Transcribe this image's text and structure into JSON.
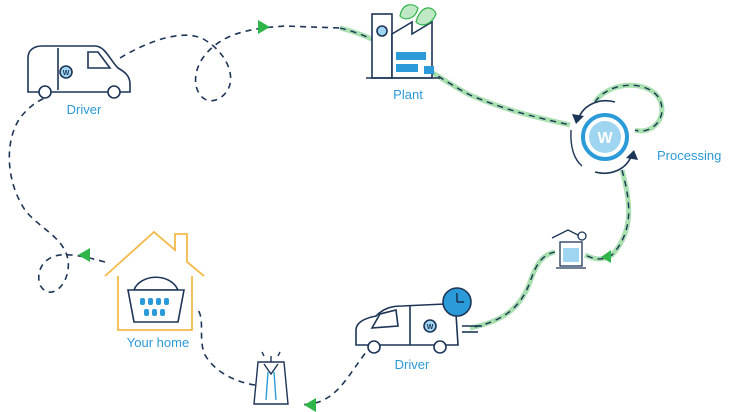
{
  "labels": {
    "driver_top": "Driver",
    "plant": "Plant",
    "processing": "Processing",
    "driver_bottom": "Driver",
    "home": "Your home"
  },
  "icons": {
    "brand_badge": "W",
    "nodes": [
      "van-icon",
      "factory-icon",
      "leaf-icon",
      "processing-cycle-icon",
      "laundry-care-icon",
      "delivery-van-icon",
      "clock-icon",
      "garment-bag-icon",
      "house-icon",
      "laundry-basket-icon"
    ],
    "arrows": [
      "arrow-right-top",
      "arrow-down-right",
      "arrow-left-bottom",
      "arrow-left-home"
    ]
  },
  "colors": {
    "navy": "#1d3557",
    "blue": "#2b9ad9",
    "light_blue": "#9fd5f0",
    "green": "#2fb54a",
    "pale_green": "#a8e0b0",
    "orange": "#f5b94a",
    "label_blue": "#2b9ad9"
  }
}
